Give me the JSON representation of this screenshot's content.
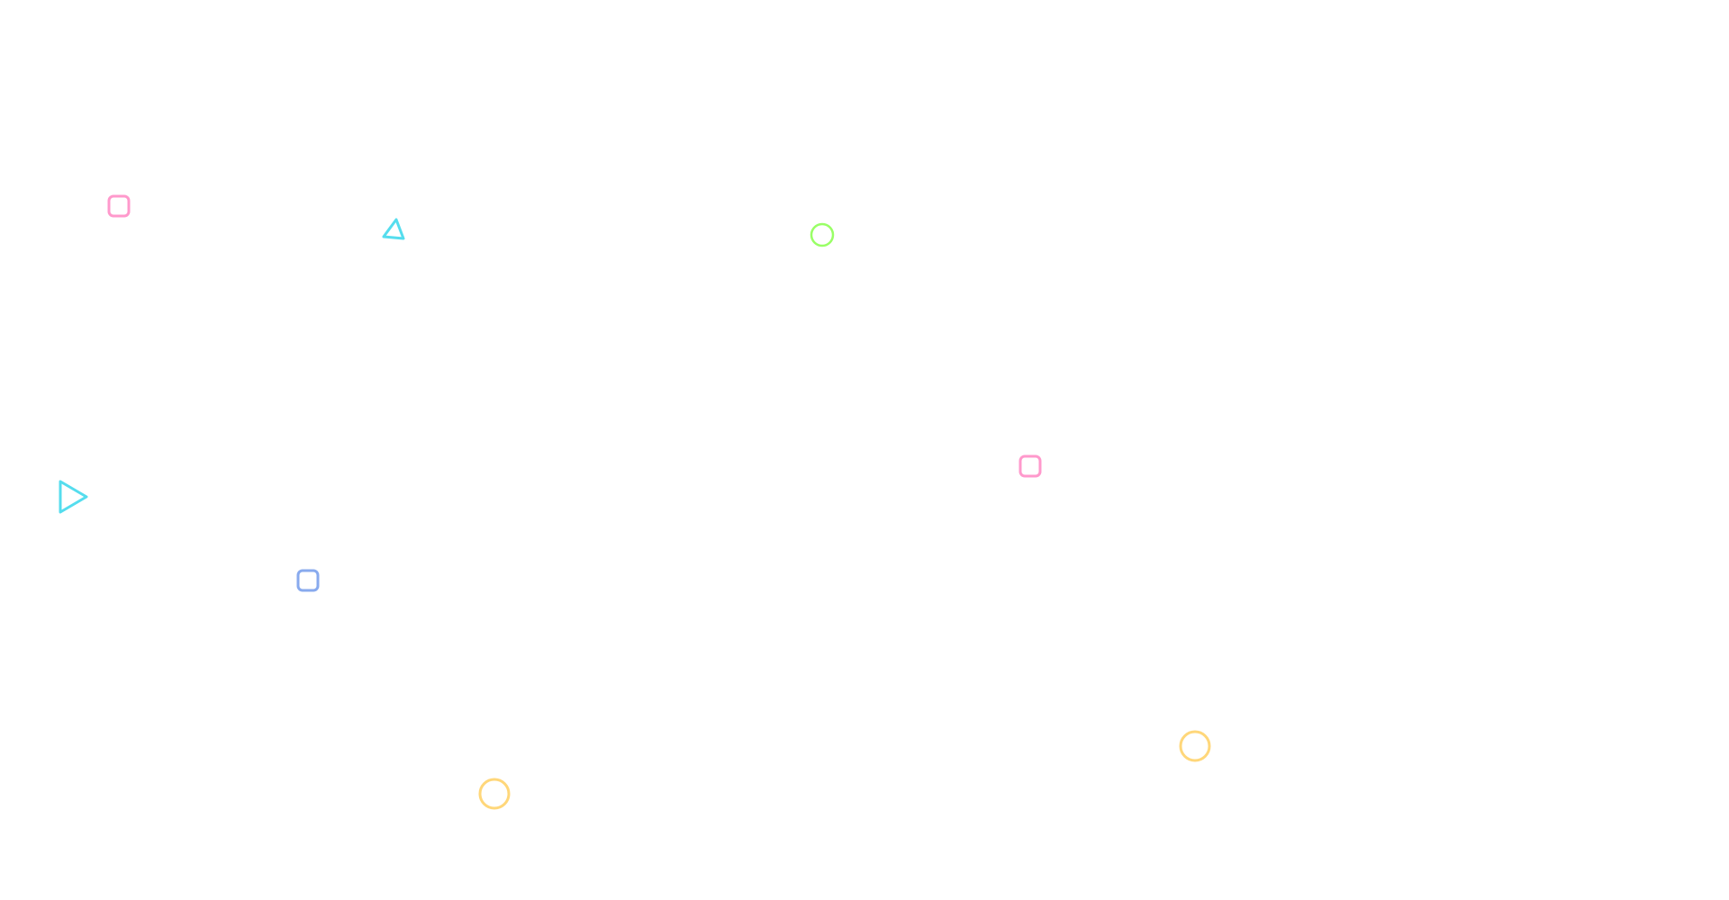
{
  "colors": {
    "pink": "#ff99cc",
    "cyan": "#55ddee",
    "green": "#99ff66",
    "blue": "#88aaee",
    "yellow": "#ffd77a"
  },
  "shapes": [
    {
      "kind": "square",
      "color": "pink",
      "icon": "square-outline-icon"
    },
    {
      "kind": "triangle",
      "color": "cyan",
      "icon": "triangle-outline-icon"
    },
    {
      "kind": "circle",
      "color": "green",
      "icon": "circle-outline-icon"
    },
    {
      "kind": "square",
      "color": "pink",
      "icon": "square-outline-icon"
    },
    {
      "kind": "triangle",
      "color": "cyan",
      "icon": "play-triangle-outline-icon"
    },
    {
      "kind": "square",
      "color": "blue",
      "icon": "square-outline-icon"
    },
    {
      "kind": "circle",
      "color": "yellow",
      "icon": "circle-outline-icon"
    },
    {
      "kind": "circle",
      "color": "yellow",
      "icon": "circle-outline-icon"
    }
  ]
}
